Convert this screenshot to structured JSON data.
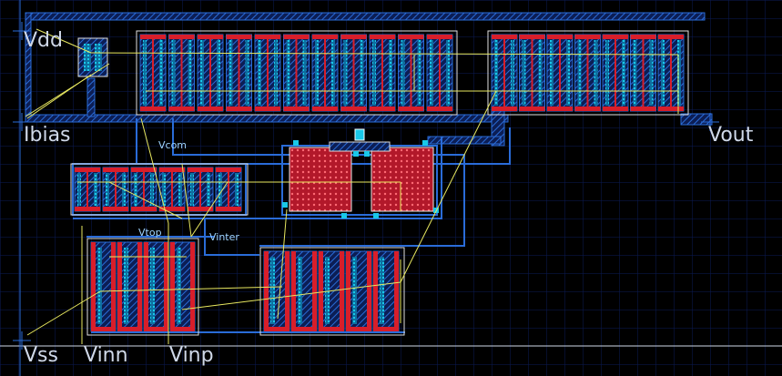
{
  "pins": {
    "vdd": "Vdd",
    "ibias": "Ibias",
    "vout": "Vout",
    "vss": "Vss",
    "vinn": "Vinn",
    "vinp": "Vinp"
  },
  "nets": {
    "vcom": "Vcom",
    "vtop": "Vtop",
    "vinter": "Vinter"
  },
  "colors": {
    "background": "#000000",
    "grid": "#0b1b57",
    "metal_blue": "#2a6cd8",
    "poly_red": "#d81e2a",
    "diff_cyan": "#19c8e8",
    "route_yellow": "#e8e860",
    "label": "#cfd8e8"
  }
}
